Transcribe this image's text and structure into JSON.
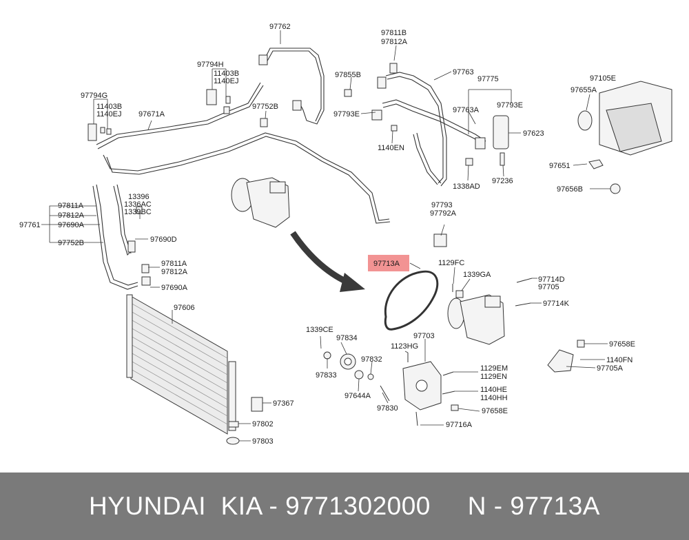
{
  "highlight_color": "#f08080",
  "arrow_color": "#3a3a3a",
  "footer_bg": "#7a7a7a",
  "highlighted_part": "97713A",
  "labels": {
    "97762": "97762",
    "97811B": "97811B",
    "97812A_top": "97812A",
    "97855B": "97855B",
    "97763": "97763",
    "97775": "97775",
    "97105E": "97105E",
    "97655A": "97655A",
    "97794H": "97794H",
    "11403B_top": "11403B",
    "1140EJ_top": "1140EJ",
    "97794G": "97794G",
    "11403B_left": "11403B",
    "1140EJ_left": "1140EJ",
    "97671A": "97671A",
    "97752B_top": "97752B",
    "97793E_left": "97793E",
    "97763A": "97763A",
    "97793E_right": "97793E",
    "97623": "97623",
    "1140EN": "1140EN",
    "97651": "97651",
    "97656B": "97656B",
    "97236": "97236",
    "1338AD": "1338AD",
    "13396": "13396",
    "1336AC": "1336AC",
    "1339BC": "1339BC",
    "97811A_left": "97811A",
    "97812A_left": "97812A",
    "97761": "97761",
    "97690A_left": "97690A",
    "97752B_left": "97752B",
    "97690D": "97690D",
    "97793": "97793",
    "97792A": "97792A",
    "97811A_mid": "97811A",
    "97812A_mid": "97812A",
    "97690A_mid": "97690A",
    "97713A": "97713A",
    "1129FC": "1129FC",
    "1339GA": "1339GA",
    "97714D": "97714D",
    "97705_right": "97705",
    "97714K": "97714K",
    "97606": "97606",
    "1339CE": "1339CE",
    "97834": "97834",
    "97703": "97703",
    "1123HG": "1123HG",
    "97832": "97832",
    "97833": "97833",
    "1129EM": "1129EM",
    "1129EN": "1129EN",
    "97644A": "97644A",
    "1140HE": "1140HE",
    "1140HH": "1140HH",
    "97830": "97830",
    "97658E_mid": "97658E",
    "97716A": "97716A",
    "97658E_right": "97658E",
    "1140FN": "1140FN",
    "97705A": "97705A",
    "97367": "97367",
    "97802": "97802",
    "97803": "97803"
  },
  "footer": {
    "text": "HYUNDAI  KIA - 9771302000     N - 97713A"
  }
}
